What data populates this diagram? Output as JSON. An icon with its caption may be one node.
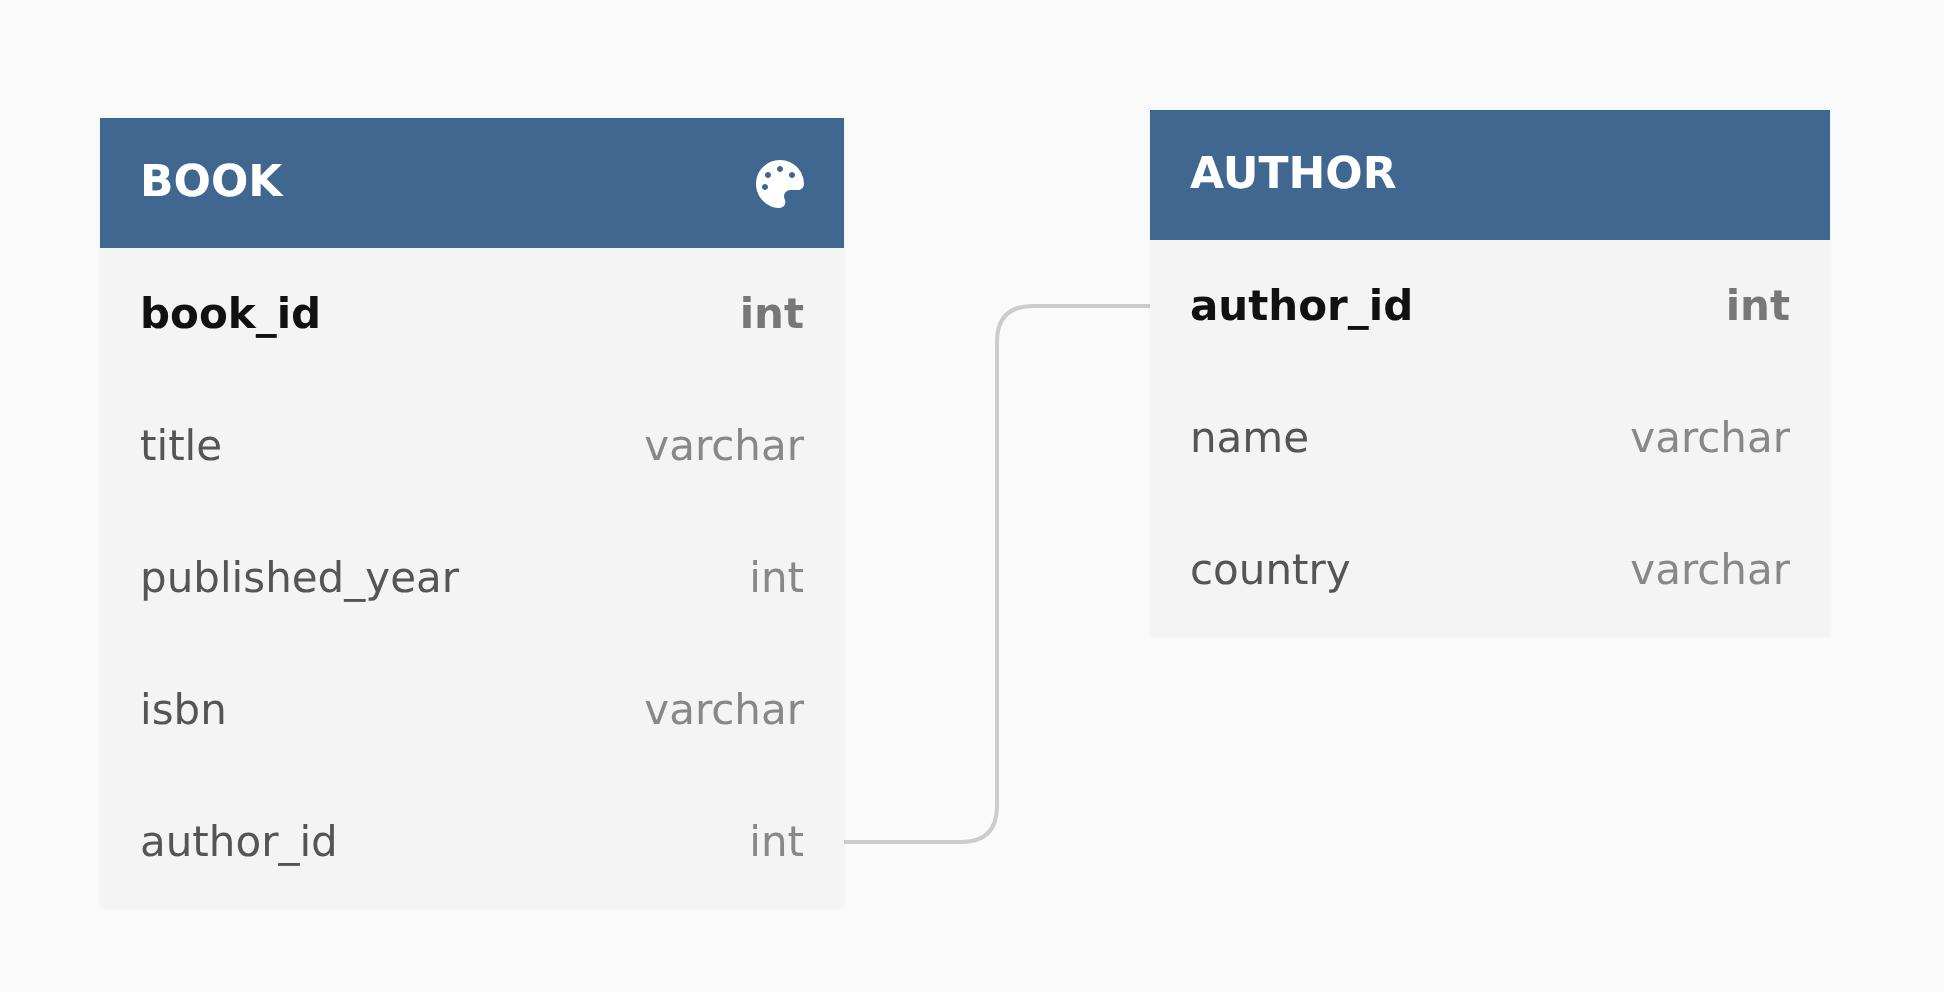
{
  "diagram": {
    "nodes": [
      {
        "text": [
          "BOOK"
        ]
      },
      {
        "text": [
          "book_id",
          "int"
        ],
        "in": 0
      },
      {
        "text": [
          "title",
          "varchar"
        ],
        "in": 0
      },
      {
        "text": [
          "published_year",
          "int"
        ],
        "in": 0
      },
      {
        "text": [
          "isbn",
          "varchar"
        ],
        "in": 0
      },
      {
        "text": [
          "author_id",
          "int"
        ],
        "in": 0
      },
      {
        "text": [
          "AUTHOR"
        ]
      },
      {
        "text": [
          "author_id",
          "int"
        ],
        "in": 6
      },
      {
        "text": [
          "name",
          "varchar"
        ],
        "in": 6
      },
      {
        "text": [
          "country",
          "varchar"
        ],
        "in": 6
      }
    ],
    "edges": [
      {
        "from": 5,
        "to": 7,
        "arrow": "none"
      }
    ]
  }
}
